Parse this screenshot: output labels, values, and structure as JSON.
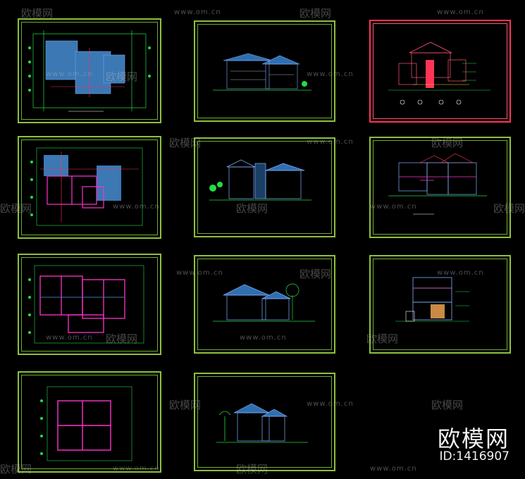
{
  "watermark": {
    "logo_text": "欧模网",
    "url_text": "www.om.cn"
  },
  "brand": {
    "name": "欧模网",
    "id_label": "ID:1416907"
  },
  "colors": {
    "frame": "#8fbf3f",
    "selected_frame": "#ff3355",
    "background": "#000000"
  },
  "sheets": [
    {
      "name": "roof-plan",
      "selected": false
    },
    {
      "name": "elevation-front",
      "selected": false
    },
    {
      "name": "section-a",
      "selected": true
    },
    {
      "name": "floor-plan-1",
      "selected": false
    },
    {
      "name": "elevation-side",
      "selected": false
    },
    {
      "name": "section-b",
      "selected": false
    },
    {
      "name": "floor-plan-2",
      "selected": false
    },
    {
      "name": "elevation-rear",
      "selected": false
    },
    {
      "name": "section-c",
      "selected": false
    },
    {
      "name": "floor-plan-3",
      "selected": false
    },
    {
      "name": "elevation-perspective",
      "selected": false
    }
  ]
}
